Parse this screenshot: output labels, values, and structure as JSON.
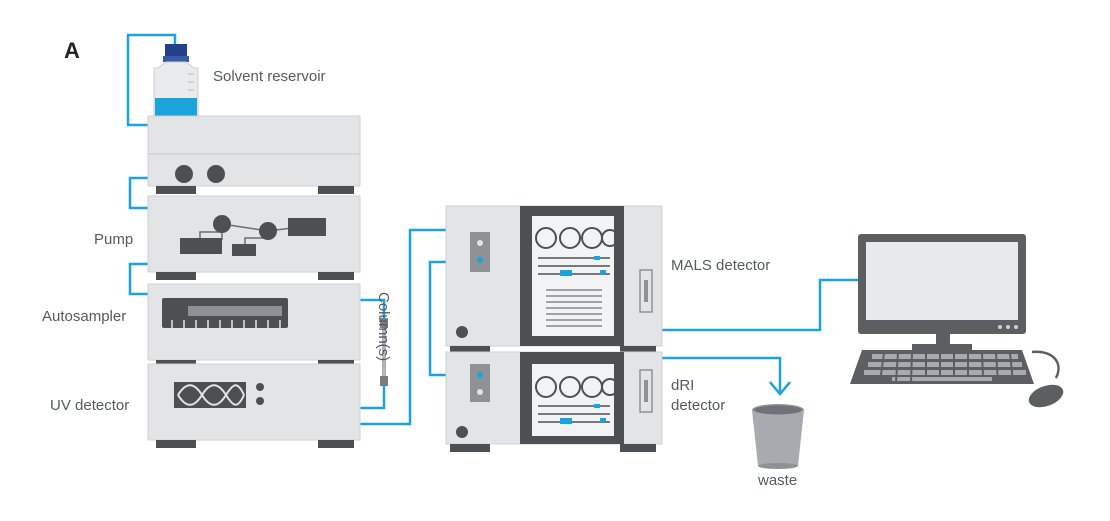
{
  "panel": {
    "letter": "A"
  },
  "labels": {
    "solvent_reservoir": "Solvent reservoir",
    "pump": "Pump",
    "autosampler": "Autosampler",
    "uv_detector": "UV detector",
    "columns": "Column(s)",
    "mals_detector": "MALS detector",
    "dri_detector_line1": "dRI",
    "dri_detector_line2": "detector",
    "waste": "waste"
  },
  "colors": {
    "tubing": "#1aa3dd",
    "instrument_body": "#e3e4e5",
    "instrument_dark": "#5c5f62",
    "text": "#555a5f"
  }
}
